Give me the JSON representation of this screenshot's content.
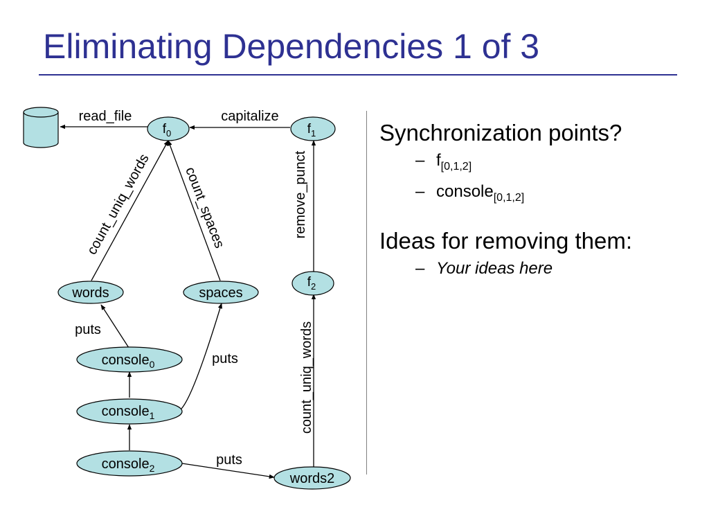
{
  "slide": {
    "title": "Eliminating Dependencies 1 of 3"
  },
  "diagram": {
    "nodes": {
      "f0": {
        "base": "f",
        "sub": "0"
      },
      "f1": {
        "base": "f",
        "sub": "1"
      },
      "f2": {
        "base": "f",
        "sub": "2"
      },
      "words": {
        "label": "words"
      },
      "spaces": {
        "label": "spaces"
      },
      "console0": {
        "base": "console",
        "sub": "0"
      },
      "console1": {
        "base": "console",
        "sub": "1"
      },
      "console2": {
        "base": "console",
        "sub": "2"
      },
      "words2": {
        "label": "words2"
      }
    },
    "edges": {
      "read_file": "read_file",
      "capitalize": "capitalize",
      "remove_punct": "remove_punct",
      "count_uniq_words_top": "count_uniq_words",
      "count_spaces": "count_spaces",
      "count_uniq_words_right": "count_uniq_words",
      "puts_words": "puts",
      "puts_spaces": "puts",
      "puts_words2": "puts"
    }
  },
  "bullets": {
    "sync_heading": "Synchronization points?",
    "sync_item1_base": "f",
    "sync_item1_sub": "[0,1,2]",
    "sync_item2_base": "console",
    "sync_item2_sub": "[0,1,2]",
    "ideas_heading": "Ideas for removing them:",
    "ideas_item1": "Your ideas here",
    "dash": "–"
  },
  "colors": {
    "title": "#2e3192",
    "node_fill": "#b3e0e3",
    "stroke": "#000000"
  }
}
